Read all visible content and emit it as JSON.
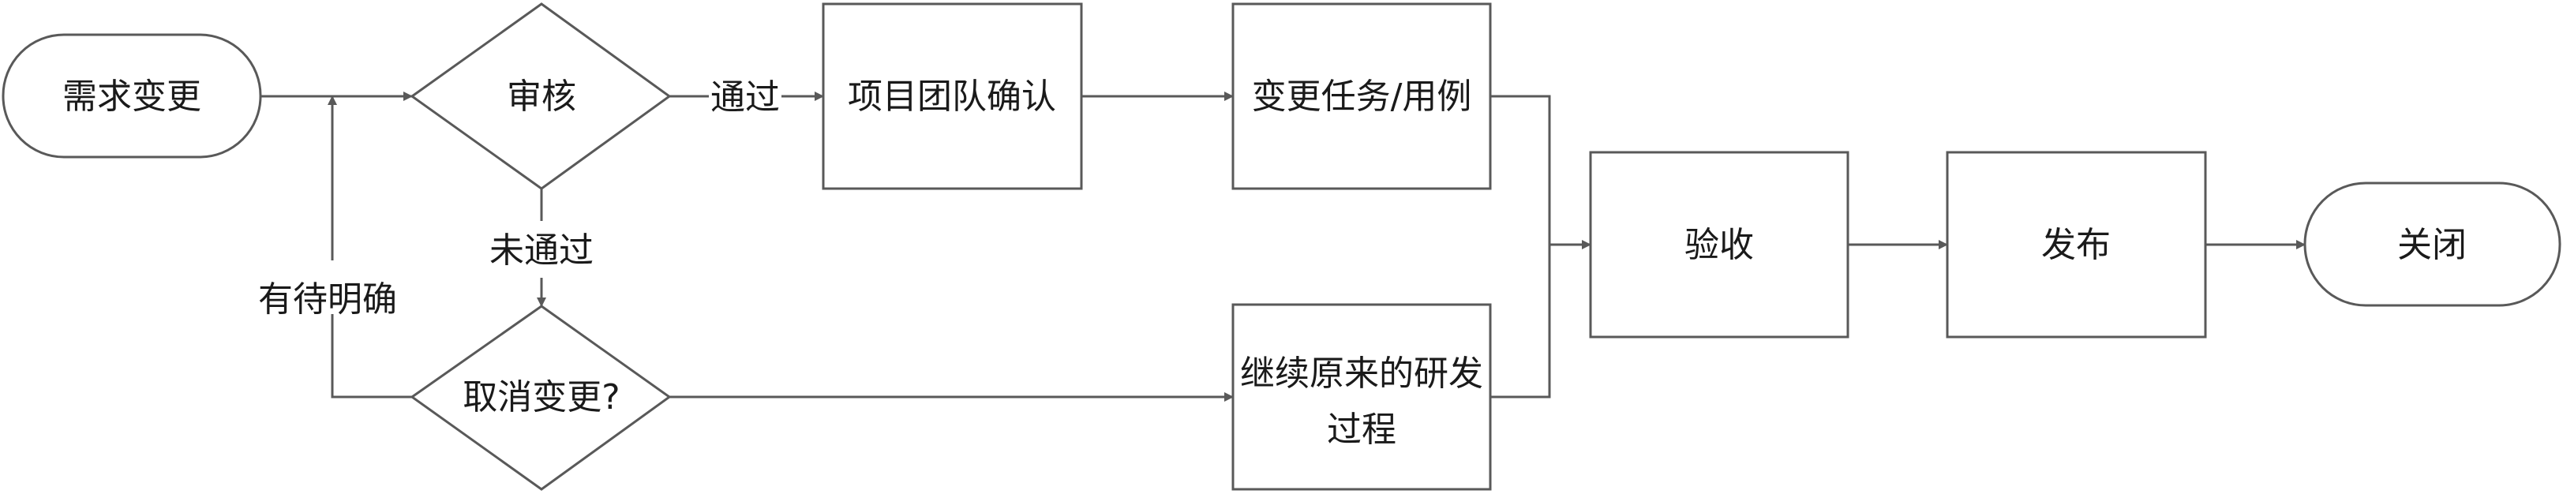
{
  "nodes": {
    "start": "需求变更",
    "review": "审核",
    "team_confirm": "项目团队确认",
    "change_task": "变更任务/用例",
    "cancel_q": "取消变更?",
    "continue_line1": "继续原来的研发",
    "continue_line2": "过程",
    "accept": "验收",
    "release": "发布",
    "close": "关闭"
  },
  "edges": {
    "pass": "通过",
    "fail": "未通过",
    "pending": "有待明确"
  },
  "colors": {
    "stroke": "#595959",
    "fill": "#ffffff",
    "text": "#1a1a1a"
  }
}
